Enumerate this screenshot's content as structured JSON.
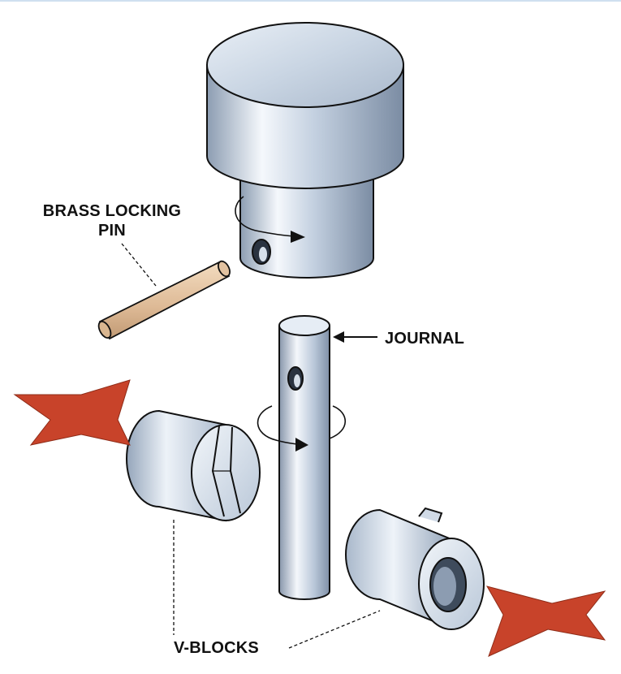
{
  "labels": {
    "brass_locking_pin": "BRASS LOCKING\nPIN",
    "journal": "JOURNAL",
    "v_blocks": "V-BLOCKS"
  },
  "colors": {
    "steel_light": "#f4f7fb",
    "steel_mid": "#b9c8da",
    "steel_dark": "#7d8fa5",
    "outline": "#111111",
    "brass": "#e7c9a8",
    "force_arrow": "#c8432a",
    "border_top": "#cfe0f0"
  }
}
